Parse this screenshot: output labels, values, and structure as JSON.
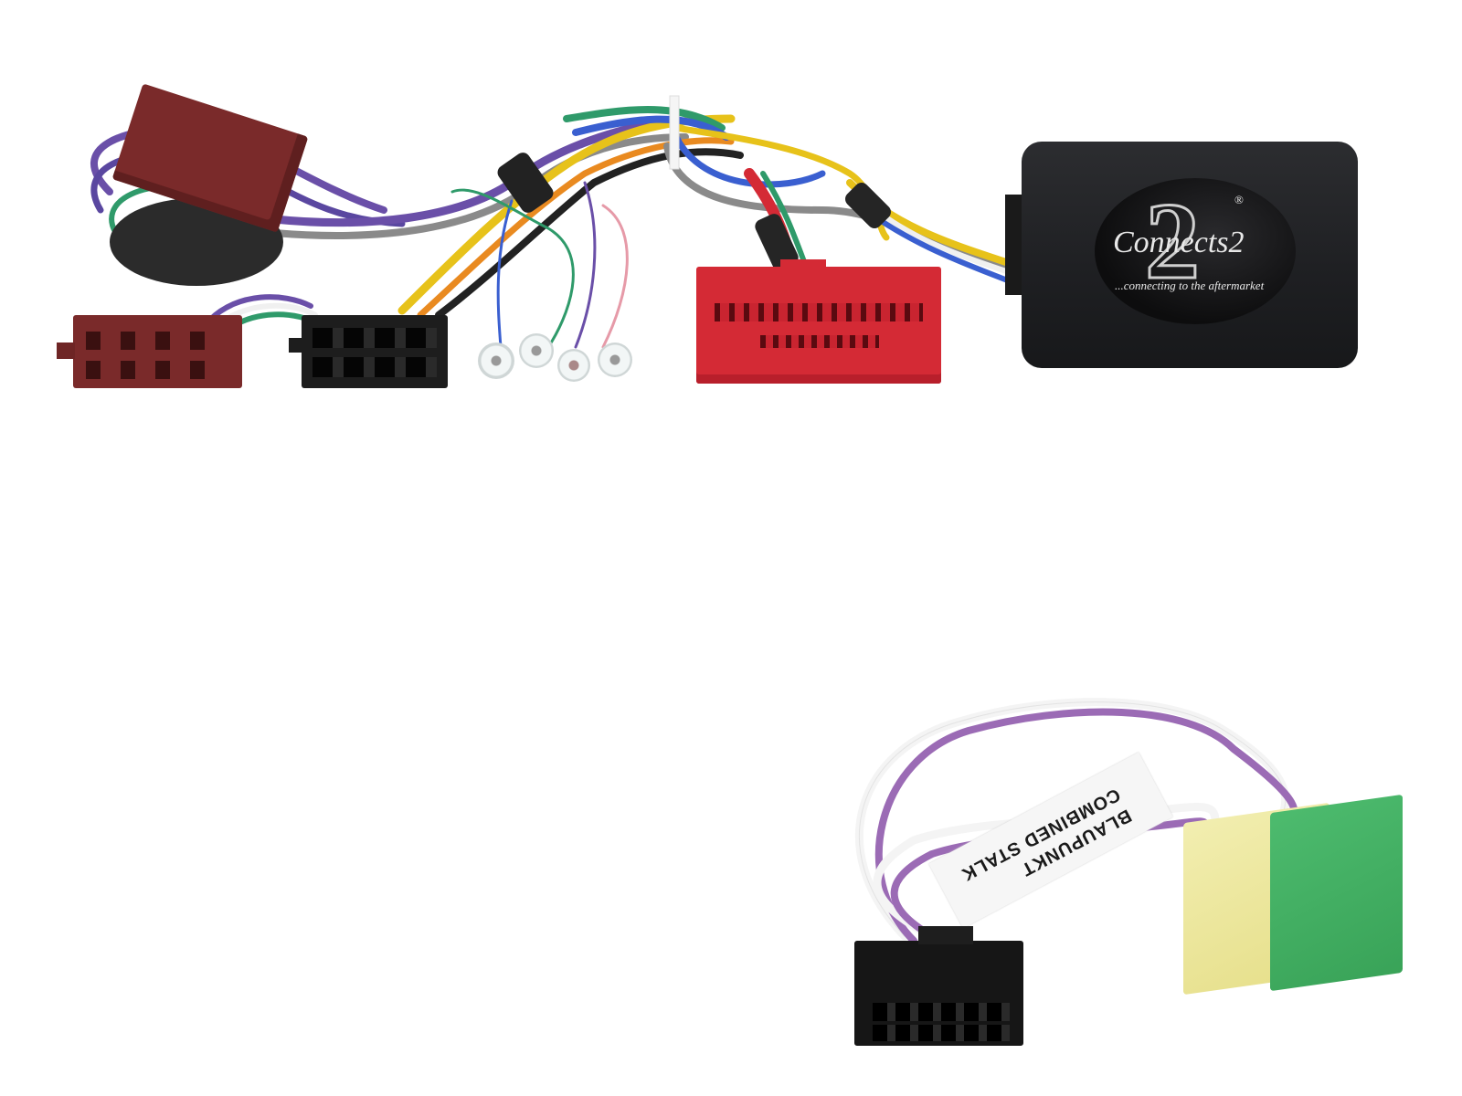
{
  "scene": {
    "description": "Product photo of steering wheel control interface wiring harness kit",
    "background": "#ffffff"
  },
  "harness_main": {
    "interface_box": {
      "brand_logo": "Connects2",
      "brand_numeral": "2",
      "registered_mark": "®",
      "tagline": "...connecting to the aftermarket",
      "color": "#1e1f22"
    },
    "connectors": [
      {
        "name": "iso-power-connector-upper",
        "color": "#7a2a2a"
      },
      {
        "name": "iso-power-connector-lower",
        "color": "#7a2a2a"
      },
      {
        "name": "iso-speaker-connector",
        "color": "#1d1d1d"
      },
      {
        "name": "vehicle-connector-red",
        "color": "#d42a35"
      },
      {
        "name": "ring-terminals",
        "count": 4,
        "color": "#e6ecec"
      }
    ],
    "wire_colors": [
      "#6a4fa8",
      "#2f9a6a",
      "#e7c21a",
      "#3a5fd0",
      "#8a8a8a",
      "#e69aa8",
      "#f0f0f0",
      "#222222",
      "#e98a20"
    ]
  },
  "harness_secondary": {
    "label_line1": "BLAUPUNKT",
    "label_line2": "COMBINED STALK",
    "connectors": [
      {
        "name": "molex-12pin-connector",
        "color": "#161616"
      },
      {
        "name": "mini-iso-yellow-connector",
        "color": "#ece79a"
      },
      {
        "name": "mini-iso-green-connector",
        "color": "#3fae62"
      }
    ],
    "wire_colors": [
      "#9b6bb5",
      "#f4f4f4"
    ]
  }
}
